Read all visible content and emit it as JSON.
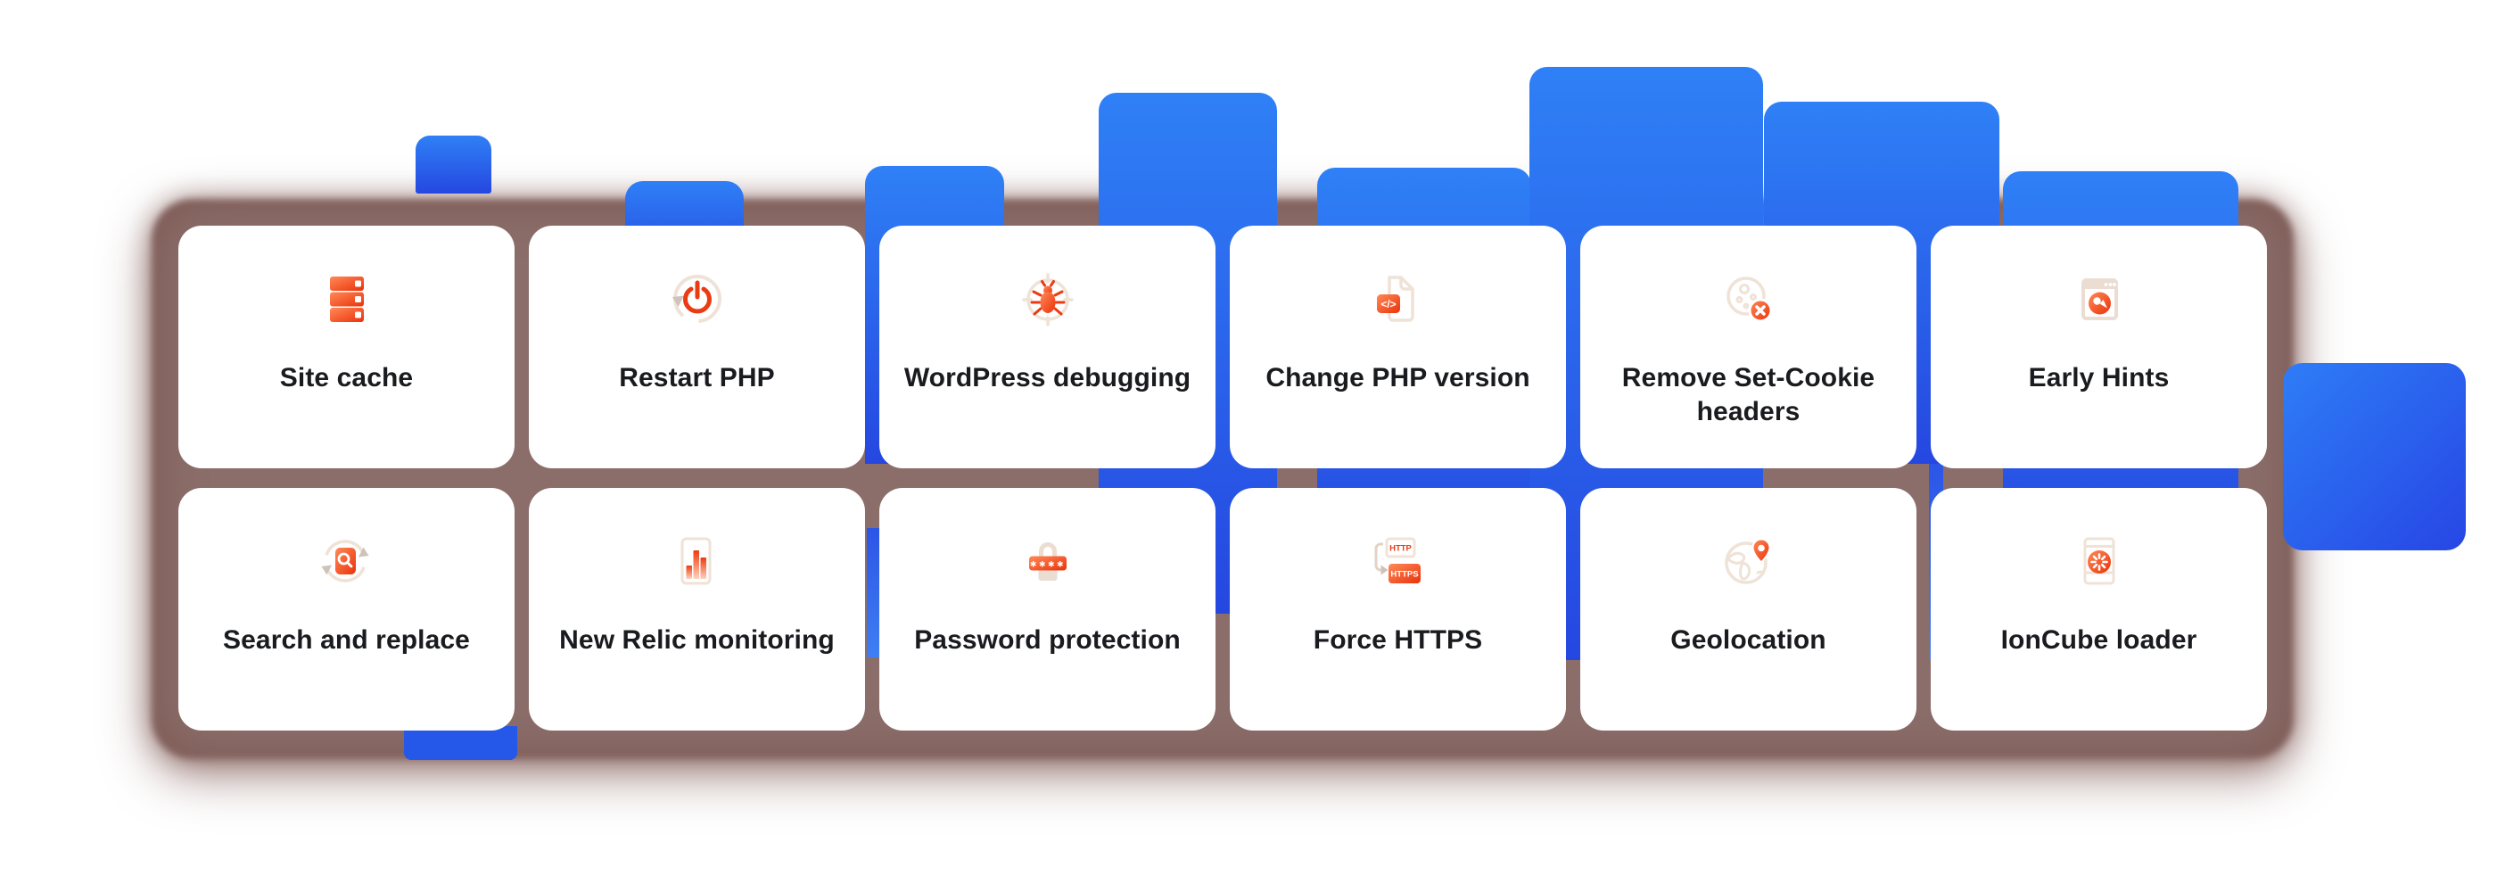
{
  "cards": [
    {
      "label": "Site cache",
      "icon": "site-cache"
    },
    {
      "label": "Restart PHP",
      "icon": "restart-php"
    },
    {
      "label": "WordPress debugging",
      "icon": "wordpress-debugging"
    },
    {
      "label": "Change PHP version",
      "icon": "change-php-version"
    },
    {
      "label": "Remove Set-Cookie headers",
      "icon": "remove-set-cookie"
    },
    {
      "label": "Early Hints",
      "icon": "early-hints"
    },
    {
      "label": "Search and replace",
      "icon": "search-and-replace"
    },
    {
      "label": "New Relic monitoring",
      "icon": "new-relic-monitoring"
    },
    {
      "label": "Password protection",
      "icon": "password-protection"
    },
    {
      "label": "Force HTTPS",
      "icon": "force-https"
    },
    {
      "label": "Geolocation",
      "icon": "geolocation"
    },
    {
      "label": "IonCube loader",
      "icon": "ioncube-loader"
    }
  ],
  "icon_texts": {
    "code_glyph": "</>",
    "password_mask": "✱✱✱✱",
    "http_label": "HTTP",
    "https_label": "HTTPS"
  },
  "colors": {
    "accent_orange": "#EC3A0E",
    "bar_blue_top": "#2F80F6",
    "bar_blue_bottom": "#2547E0",
    "panel_mauve": "#8B6E6A",
    "card_background": "#FFFFFF",
    "label_text": "#1A1B1E",
    "icon_beige": "#EFE2D7"
  }
}
